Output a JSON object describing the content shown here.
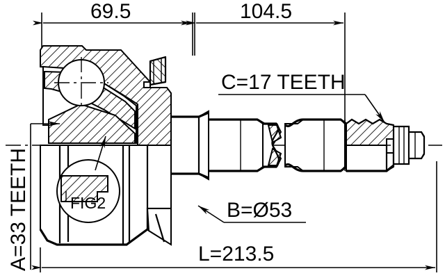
{
  "drawing": {
    "type": "cv-joint-technical-drawing",
    "title": "CV Joint Cross-Section Drawing",
    "background_color": "#ffffff",
    "line_color": "#000000"
  },
  "dimensions": {
    "top_left": {
      "value": "69.5",
      "name": "outer-joint-length"
    },
    "top_right": {
      "value": "104.5",
      "name": "shaft-length"
    },
    "overall": {
      "value": "L=213.5",
      "name": "overall-length"
    }
  },
  "labels": {
    "inner_spline": {
      "text": "A=33 TEETH",
      "orientation": "vertical"
    },
    "outer_spline": {
      "text": "C=17 TEETH",
      "orientation": "horizontal"
    },
    "boot_diameter": {
      "text": "B=Ø53",
      "orientation": "horizontal"
    },
    "detail_callout": {
      "text": "FIG2"
    }
  }
}
